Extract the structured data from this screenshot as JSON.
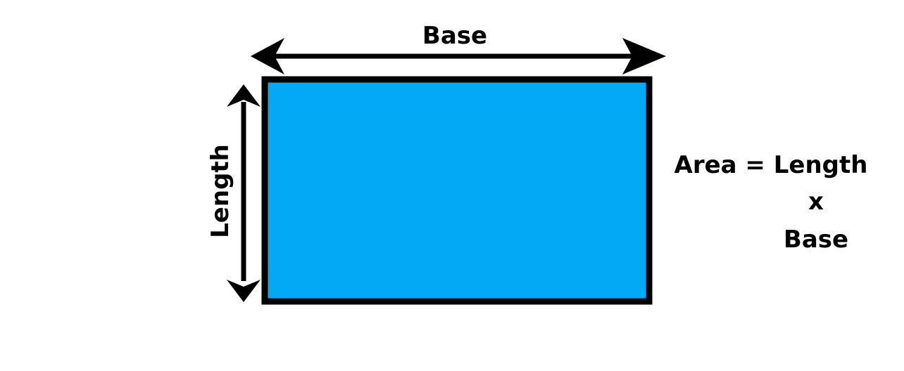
{
  "diagram": {
    "base_label": "Base",
    "length_label": "Length",
    "formula": {
      "line1": "Area = Length",
      "line2": "x",
      "line3": "Base"
    }
  },
  "colors": {
    "rectangle_fill": "#03A9F4",
    "stroke": "#000000",
    "background": "#FFFFFF"
  }
}
